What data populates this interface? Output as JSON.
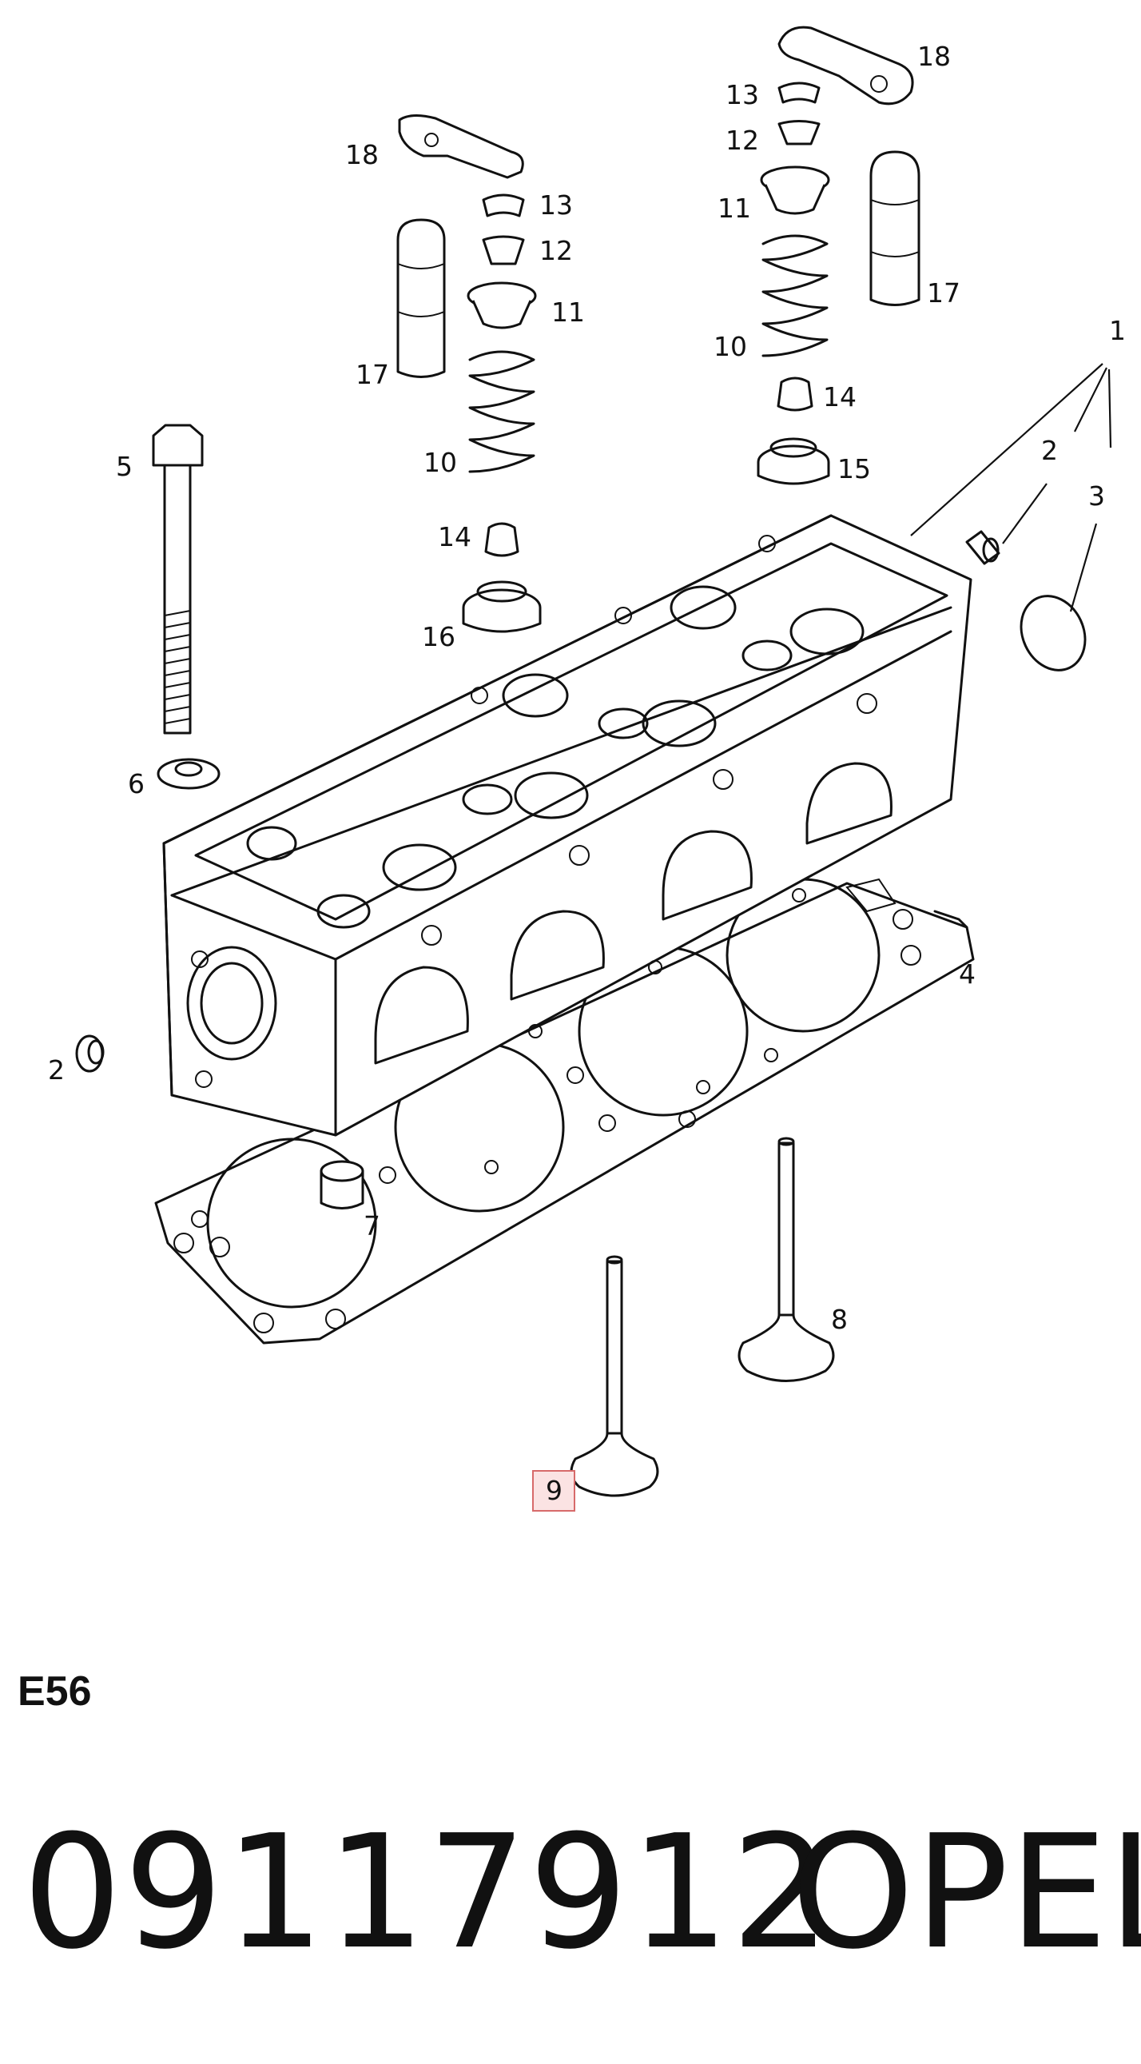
{
  "diagram": {
    "callouts": {
      "c1": "1",
      "c2_right": "2",
      "c2_left": "2",
      "c3": "3",
      "c4": "4",
      "c5": "5",
      "c6": "6",
      "c7": "7",
      "c8": "8",
      "c9": "9",
      "c10_left": "10",
      "c10_right": "10",
      "c11_left": "11",
      "c11_right": "11",
      "c12_left": "12",
      "c12_right": "12",
      "c13_left": "13",
      "c13_right": "13",
      "c14_left": "14",
      "c14_right": "14",
      "c15": "15",
      "c16": "16",
      "c17_left": "17",
      "c17_right": "17",
      "c18_left": "18",
      "c18_right": "18"
    },
    "highlighted_callout": "9",
    "highlight_color": "#d76a6a"
  },
  "section_code": "E56",
  "part_number": "09117912",
  "brand": "OPEL"
}
